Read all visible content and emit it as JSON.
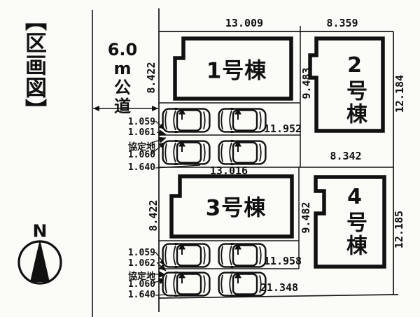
{
  "title": "【区画図】",
  "road": {
    "label": "6.0\nm\n公\n道"
  },
  "compass": {
    "north": "N"
  },
  "dimensions": {
    "lot1_top": "13.009",
    "lot2_top": "8.359",
    "lot1_left": "8.422",
    "lot12_divider": "9.483",
    "lot2_right": "12.184",
    "lot1_bottom": "11.952",
    "lot24_divider": "8.342",
    "lot3_top": "13.016",
    "lot3_left": "8.422",
    "lot34_divider": "9.482",
    "lot4_right": "12.185",
    "lot3_bottom": "11.958",
    "overall_bottom": "21.348"
  },
  "buildings": [
    {
      "label": "1号棟"
    },
    {
      "label": "2号棟"
    },
    {
      "label": "3号棟"
    },
    {
      "label": "4号棟"
    }
  ],
  "agreement_land": {
    "top": {
      "w1": "1.059",
      "w2": "1.061",
      "label": "協定地",
      "w3": "1.060",
      "w4": "1.640"
    },
    "bottom": {
      "w1": "1.059",
      "w2": "1.062",
      "label": "協定地",
      "w3": "1.060",
      "w4": "1.640"
    }
  }
}
